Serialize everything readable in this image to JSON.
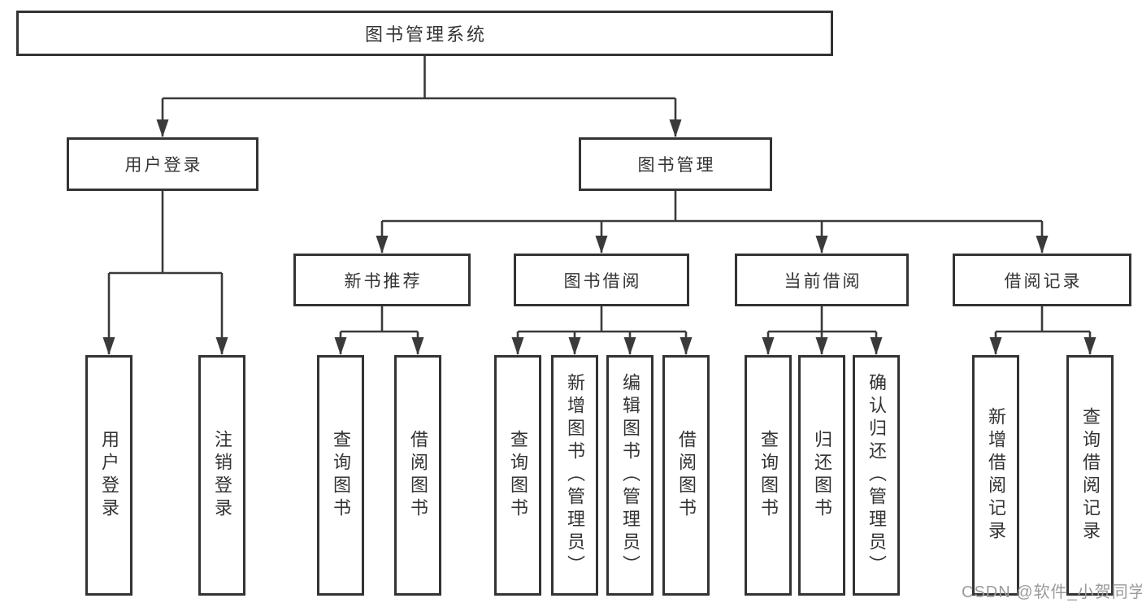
{
  "diagram": {
    "root": "图书管理系统",
    "level2": [
      {
        "label": "用户登录"
      },
      {
        "label": "图书管理"
      }
    ],
    "level3": [
      {
        "label": "新书推荐"
      },
      {
        "label": "图书借阅"
      },
      {
        "label": "当前借阅"
      },
      {
        "label": "借阅记录"
      }
    ],
    "leaves": {
      "user_login": [
        "用户登录",
        "注销登录"
      ],
      "new_book": [
        "查询图书",
        "借阅图书"
      ],
      "book_borrow": [
        "查询图书",
        "新增图书（管理员）",
        "编辑图书（管理员）",
        "借阅图书"
      ],
      "current_borrow": [
        "查询图书",
        "归还图书",
        "确认归还（管理员）"
      ],
      "borrow_record": [
        "新增借阅记录",
        "查询借阅记录"
      ]
    }
  },
  "watermark": "CSDN @软件_小贺同学",
  "colors": {
    "line": "#3a3a3a",
    "text": "#333333",
    "watermark": "#9b9b9b",
    "background": "#ffffff"
  }
}
